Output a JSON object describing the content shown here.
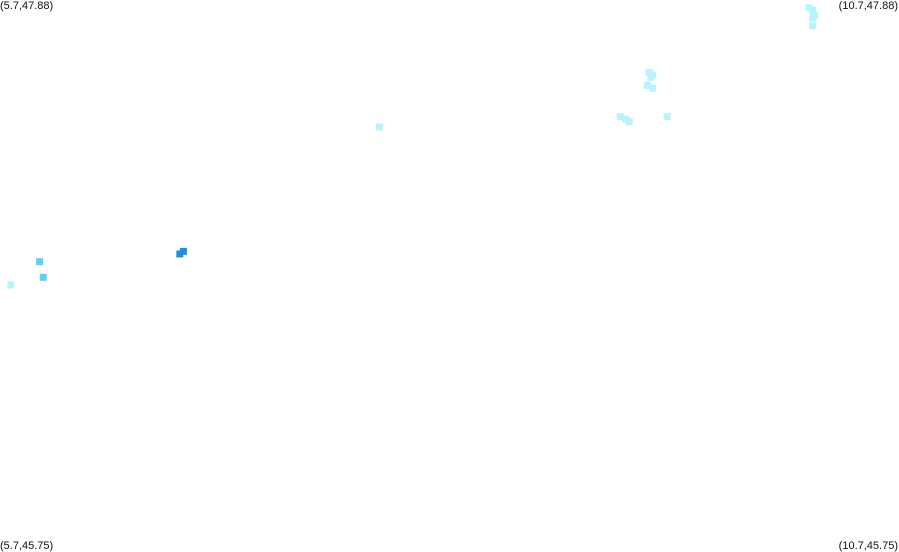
{
  "corners": {
    "top_left": "(5.7,47.88)",
    "top_right": "(10.7,47.88)",
    "bottom_left": "(5.7,45.75)",
    "bottom_right": "(10.7,45.75)"
  },
  "bounds": {
    "lon_min": 5.7,
    "lon_max": 10.7,
    "lat_min": 45.75,
    "lat_max": 47.88
  },
  "colors": {
    "light": "#b8f4fb",
    "mid": "#5ad2f4",
    "dark": "#1e8fe0"
  },
  "points": [
    {
      "lon": 10.2,
      "lat": 47.85,
      "level": "light"
    },
    {
      "lon": 10.22,
      "lat": 47.84,
      "level": "light"
    },
    {
      "lon": 10.23,
      "lat": 47.82,
      "level": "light"
    },
    {
      "lon": 10.22,
      "lat": 47.81,
      "level": "light"
    },
    {
      "lon": 10.22,
      "lat": 47.78,
      "level": "light"
    },
    {
      "lon": 9.31,
      "lat": 47.6,
      "level": "light"
    },
    {
      "lon": 9.33,
      "lat": 47.59,
      "level": "light"
    },
    {
      "lon": 9.32,
      "lat": 47.58,
      "level": "light"
    },
    {
      "lon": 9.3,
      "lat": 47.55,
      "level": "light"
    },
    {
      "lon": 9.33,
      "lat": 47.54,
      "level": "light"
    },
    {
      "lon": 9.15,
      "lat": 47.43,
      "level": "light"
    },
    {
      "lon": 9.18,
      "lat": 47.42,
      "level": "light"
    },
    {
      "lon": 9.2,
      "lat": 47.41,
      "level": "light"
    },
    {
      "lon": 9.41,
      "lat": 47.43,
      "level": "light"
    },
    {
      "lon": 7.81,
      "lat": 47.39,
      "level": "light"
    },
    {
      "lon": 6.72,
      "lat": 46.91,
      "level": "dark"
    },
    {
      "lon": 6.7,
      "lat": 46.9,
      "level": "dark"
    },
    {
      "lon": 5.92,
      "lat": 46.87,
      "level": "mid"
    },
    {
      "lon": 5.94,
      "lat": 46.81,
      "level": "mid"
    },
    {
      "lon": 5.76,
      "lat": 46.78,
      "level": "light"
    }
  ]
}
